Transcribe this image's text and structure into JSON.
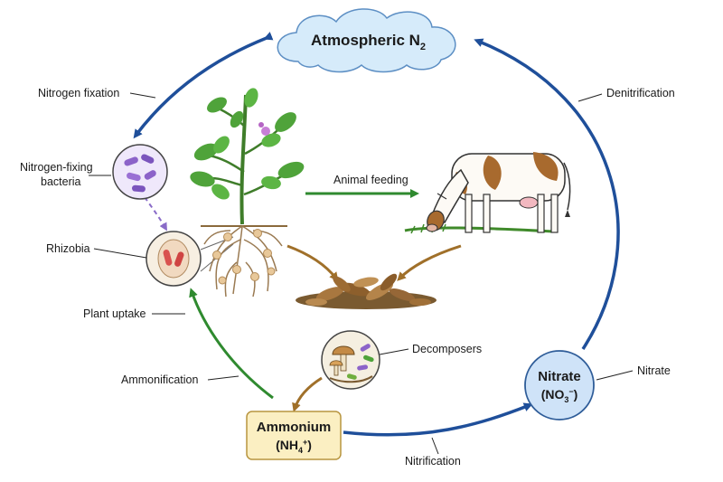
{
  "nodes": {
    "atmosphere": {
      "label": "Atmospheric N",
      "subscript": "2"
    },
    "ammonium": {
      "line1": "Ammonium",
      "line2_main": "(NH",
      "line2_sub": "4",
      "line2_sup": "+",
      "line2_end": ")"
    },
    "nitrate": {
      "line1": "Nitrate",
      "line2_main": "(NO",
      "line2_sub": "3",
      "line2_sup": "−",
      "line2_end": ")"
    }
  },
  "labels": {
    "nitrogen_fixation": "Nitrogen fixation",
    "denitrification": "Denitrification",
    "fixing_bacteria_line1": "Nitrogen-fixing",
    "fixing_bacteria_line2": "bacteria",
    "animal_feeding": "Animal feeding",
    "rhizobia": "Rhizobia",
    "plant_uptake": "Plant uptake",
    "decomposers": "Decomposers",
    "ammonification": "Ammonification",
    "nitrate": "Nitrate",
    "nitrification": "Nitrification"
  },
  "colors": {
    "cycle_blue": "#1f4f9a",
    "green_arrow": "#2f8a2f",
    "brown_arrow": "#a0702a",
    "dashed_arrow": "#8a6cc8",
    "cloud_fill": "#d6ebfa",
    "ammonium_fill": "#fbefc2",
    "nitrate_fill": "#cfe3f8"
  }
}
